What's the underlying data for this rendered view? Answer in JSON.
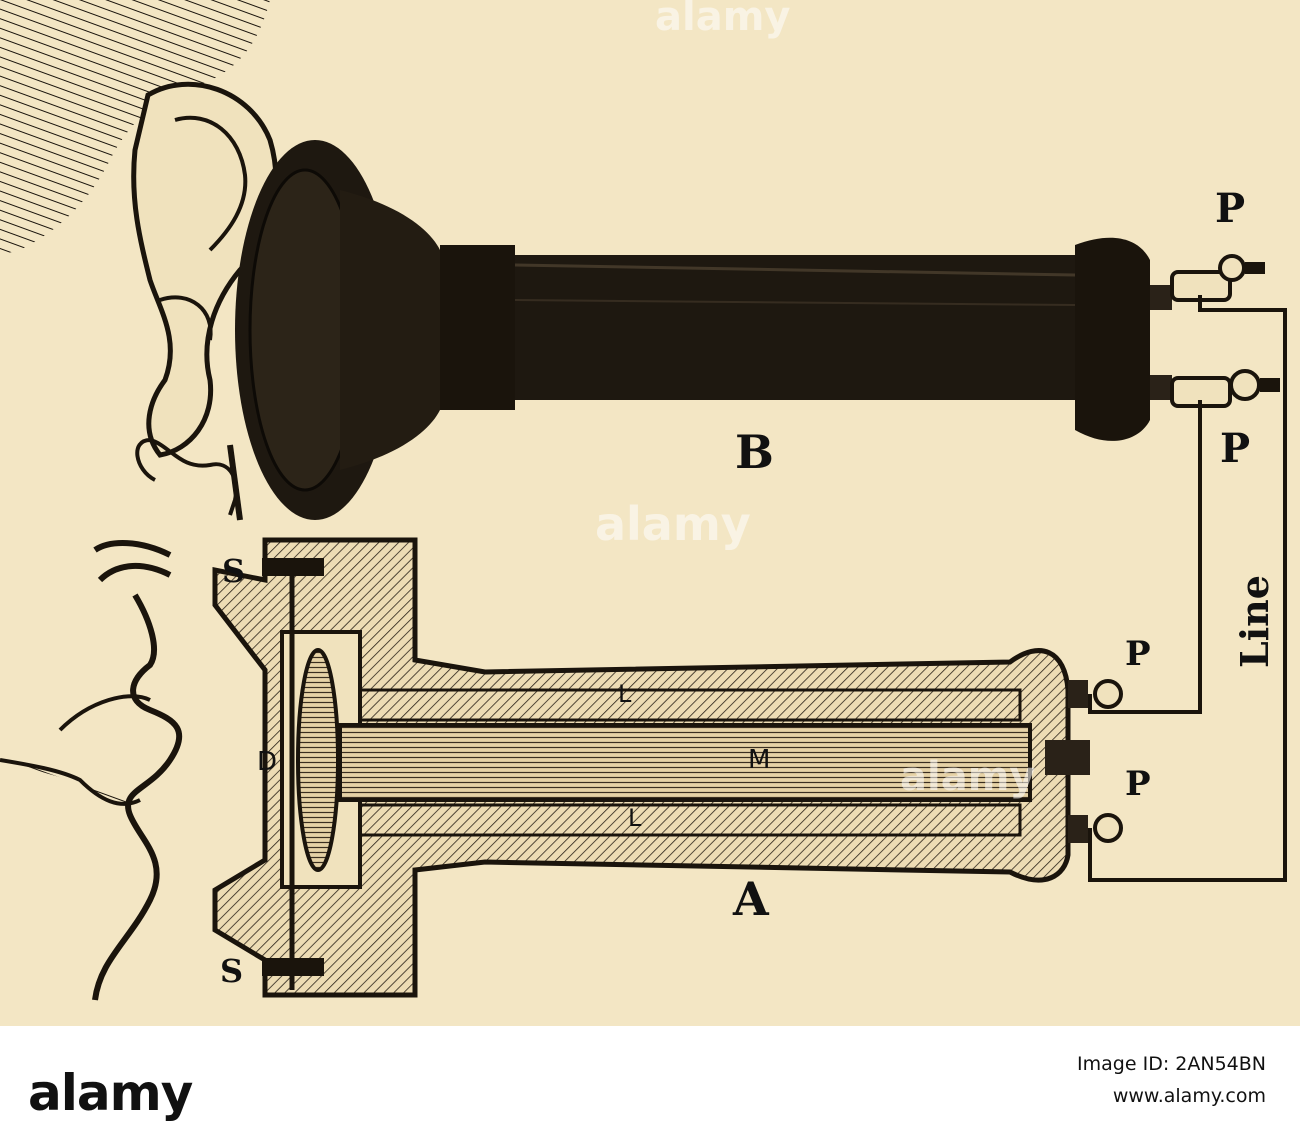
{
  "labels": {
    "P_top_1": "P",
    "P_top_2": "P",
    "B": "B",
    "S_top": "S",
    "S_bottom": "S",
    "D": "D",
    "L_top": "L",
    "L_bottom": "L",
    "M": "M",
    "P_bottom_1": "P",
    "P_bottom_2": "P",
    "A": "A",
    "Line": "Line"
  },
  "watermark": {
    "text": "alamy"
  },
  "footer": {
    "logo": "alamy",
    "image_id_label": "Image ID: 2AN54BN",
    "url": "www.alamy.com"
  }
}
